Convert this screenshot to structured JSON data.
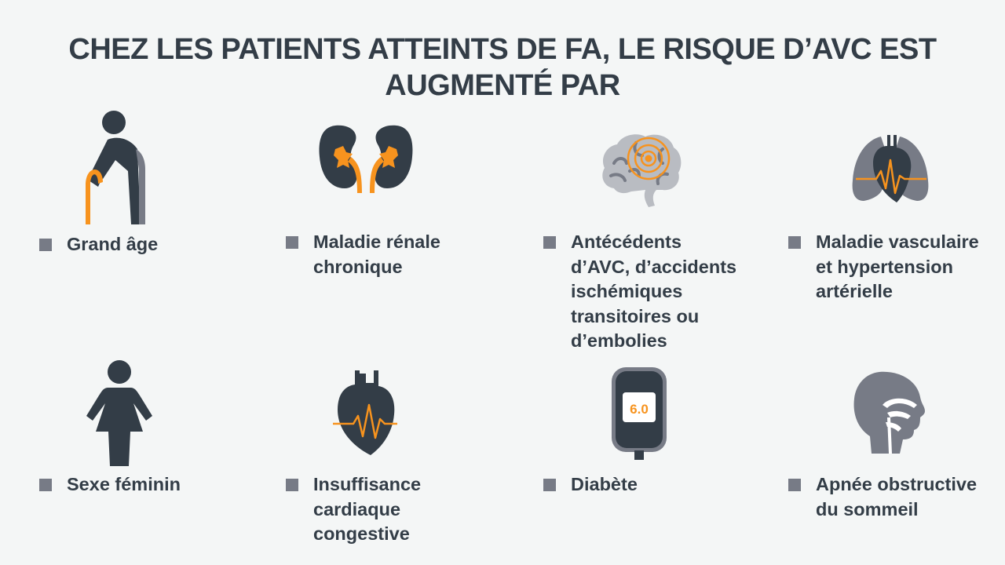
{
  "title": "CHEZ LES PATIENTS ATTEINTS DE FA, LE RISQUE D’AVC EST AUGMENTÉ PAR",
  "colors": {
    "dark": "#333d47",
    "gray": "#777b86",
    "light_gray": "#b9bcc2",
    "accent": "#f7931e",
    "background": "#f4f6f6"
  },
  "factors": [
    {
      "icon": "elderly-person-with-cane-icon",
      "label": "Grand âge"
    },
    {
      "icon": "kidneys-icon",
      "label": "Maladie rénale\nchronique"
    },
    {
      "icon": "brain-target-icon",
      "label": "Antécédents\nd’AVC, d’accidents\nischémiques\ntransitoires ou\nd’embolies"
    },
    {
      "icon": "heart-lungs-ecg-icon",
      "label": "Maladie vasculaire\net hypertension\nartérielle"
    },
    {
      "icon": "woman-figure-icon",
      "label": "Sexe féminin"
    },
    {
      "icon": "heart-ecg-icon",
      "label": "Insuffisance\ncardiaque\ncongestive"
    },
    {
      "icon": "glucometer-icon",
      "label": "Diabète",
      "reading": "6.0"
    },
    {
      "icon": "head-airway-icon",
      "label": "Apnée obstructive\ndu sommeil"
    }
  ]
}
